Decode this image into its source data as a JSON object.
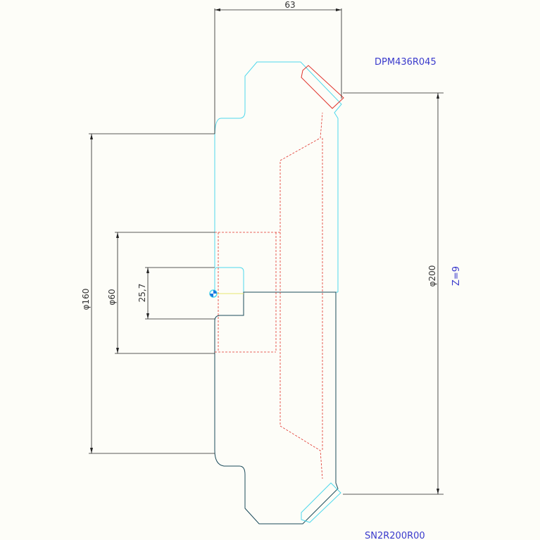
{
  "drawing": {
    "part_code_top": "DPM436R045",
    "part_code_bottom": "SN2R200R00",
    "teeth_note": "Z=9",
    "dimensions": {
      "width": "63",
      "outer_diameter": "φ200",
      "hub_diameter": "φ160",
      "bore_diameter": "φ60",
      "bore_radius": "25,7"
    },
    "colors": {
      "upper_profile": "#4fd8ec",
      "lower_profile": "#1a4a5a",
      "hidden_lines": "#e0322a",
      "dimension_lines": "#222222",
      "notes": "#3a3acc",
      "background": "#fdfdf8"
    }
  }
}
